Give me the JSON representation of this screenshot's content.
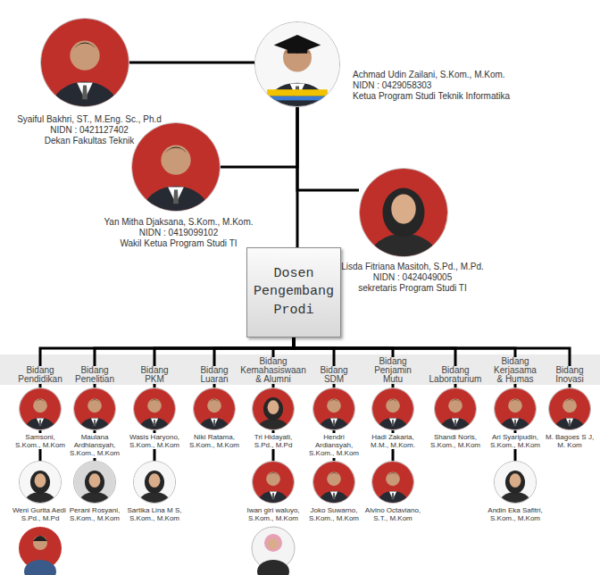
{
  "diagram": {
    "nodes": [
      {
        "text": [
          "Syaiful Bakhri, ST., M.Eng. Sc., Ph.d",
          "NIDN : 0421127402",
          "Dekan Fakultas Teknik"
        ]
      },
      {
        "text": [
          "Achmad Udin Zailani, S.Kom., M.Kom.",
          "NIDN : 0429058303",
          "Ketua Program Studi Teknik Informatika"
        ]
      },
      {
        "text": [
          "Yan Mitha Djaksana, S.Kom., M.Kom.",
          "NIDN : 0419099102",
          "Wakil Ketua Program Studi TI"
        ]
      },
      {
        "text": [
          "Lisda Fitriana Masitoh, S.Pd., M.Pd.",
          "NIDN : 0424049005",
          "sekretaris Program Studi TI"
        ]
      },
      {
        "text": [
          "Dosen Pengembang Prodi"
        ]
      },
      {
        "text": [
          "Bidang Pendidikan"
        ]
      },
      {
        "text": [
          "Bidang Penelitian"
        ]
      },
      {
        "text": [
          "Bidang PKM"
        ]
      },
      {
        "text": [
          "Bidang Luaran"
        ]
      },
      {
        "text": [
          "Bidang Kemahasiswaan & Alumni"
        ]
      },
      {
        "text": [
          "Bidang SDM"
        ]
      },
      {
        "text": [
          "Bidang Penjamin Mutu"
        ]
      },
      {
        "text": [
          "Bidang Laboraturium"
        ]
      },
      {
        "text": [
          "Bidang Kerjasama & Humas"
        ]
      },
      {
        "text": [
          "Bidang Inovasi"
        ]
      },
      {
        "text": [
          "Samsoni, S.Kom., M.Kom"
        ]
      },
      {
        "text": [
          "Maulana Ardhiansyah, S.Kom., M.Kom"
        ]
      },
      {
        "text": [
          "Wasis Haryono, S.Kom., M.Kom"
        ]
      },
      {
        "text": [
          "Niki Ratama, S.Kom., M.Kom"
        ]
      },
      {
        "text": [
          "Tri Hidayati, S.Pd., M.Pd"
        ]
      },
      {
        "text": [
          "Hendri Ardiansyah, S.Kom., M.Kom"
        ]
      },
      {
        "text": [
          "Hadi Zakaria, M.M., M.Kom."
        ]
      },
      {
        "text": [
          "Shandi Noris, S.Kom., M.Kom"
        ]
      },
      {
        "text": [
          "Ari Syaripudin, S.Kom., M.Kom"
        ]
      },
      {
        "text": [
          "M. Bagoes S J, M. Kom"
        ]
      },
      {
        "text": [
          "Weni Gurita Aedi, S.Pd., M.Pd"
        ]
      },
      {
        "text": [
          "Perani Rosyani, S.Kom., M.Kom"
        ]
      },
      {
        "text": [
          "Sartika Lina M S, S.Kom., M.Kom"
        ]
      },
      {
        "text": [
          "Iwan giri waluyo, S.Kom., M.Kom"
        ]
      },
      {
        "text": [
          "Joko Suwarno, S.Kom., M.Kom"
        ]
      },
      {
        "text": [
          "Alvino Octaviano, S.T., M.Kom"
        ]
      },
      {
        "text": [
          "Andin Eka Safitri, S.Kom., M.Kom"
        ]
      }
    ],
    "edges": [
      {
        "from": 0,
        "to": 1,
        "arrow": "none"
      },
      {
        "from": 1,
        "to": 2,
        "arrow": "none"
      },
      {
        "from": 1,
        "to": 3,
        "arrow": "none"
      },
      {
        "from": 1,
        "to": 4,
        "arrow": "none"
      },
      {
        "from": 4,
        "to": 5,
        "arrow": "none"
      },
      {
        "from": 4,
        "to": 6,
        "arrow": "none"
      },
      {
        "from": 4,
        "to": 7,
        "arrow": "none"
      },
      {
        "from": 4,
        "to": 8,
        "arrow": "none"
      },
      {
        "from": 4,
        "to": 9,
        "arrow": "none"
      },
      {
        "from": 4,
        "to": 10,
        "arrow": "none"
      },
      {
        "from": 4,
        "to": 11,
        "arrow": "none"
      },
      {
        "from": 4,
        "to": 12,
        "arrow": "none"
      },
      {
        "from": 4,
        "to": 13,
        "arrow": "none"
      },
      {
        "from": 4,
        "to": 14,
        "arrow": "none"
      },
      {
        "from": 5,
        "to": 15,
        "arrow": "none"
      },
      {
        "from": 6,
        "to": 16,
        "arrow": "none"
      },
      {
        "from": 7,
        "to": 17,
        "arrow": "none"
      },
      {
        "from": 8,
        "to": 18,
        "arrow": "none"
      },
      {
        "from": 9,
        "to": 19,
        "arrow": "none"
      },
      {
        "from": 10,
        "to": 20,
        "arrow": "none"
      },
      {
        "from": 11,
        "to": 21,
        "arrow": "none"
      },
      {
        "from": 12,
        "to": 22,
        "arrow": "none"
      },
      {
        "from": 13,
        "to": 23,
        "arrow": "none"
      },
      {
        "from": 14,
        "to": 24,
        "arrow": "none"
      },
      {
        "from": 15,
        "to": 25,
        "arrow": "none"
      },
      {
        "from": 16,
        "to": 26,
        "arrow": "none"
      },
      {
        "from": 17,
        "to": 27,
        "arrow": "none"
      },
      {
        "from": 19,
        "to": 28,
        "arrow": "none"
      },
      {
        "from": 20,
        "to": 29,
        "arrow": "none"
      },
      {
        "from": 21,
        "to": 30,
        "arrow": "none"
      },
      {
        "from": 23,
        "to": 31,
        "arrow": "none"
      }
    ]
  }
}
